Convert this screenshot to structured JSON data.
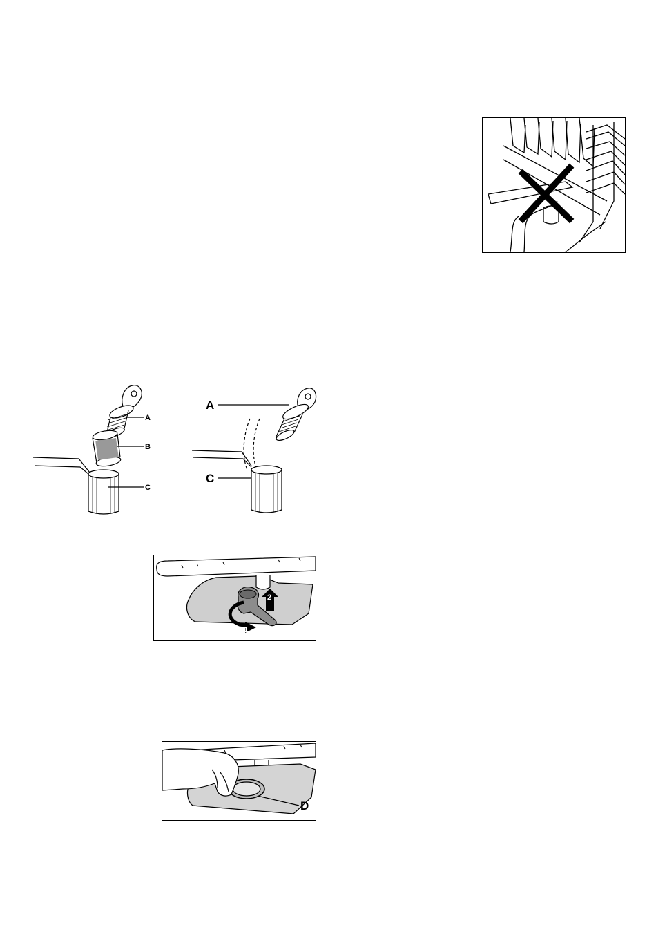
{
  "figures": {
    "filter_exploded": {
      "label_a": "A",
      "label_b": "B",
      "label_c": "C"
    },
    "filter_assembled": {
      "label_a": "A",
      "label_c": "C"
    },
    "filter_removal": {
      "step_1": "1",
      "step_2": "2"
    },
    "filter_seat": {
      "label_d": "D"
    }
  }
}
